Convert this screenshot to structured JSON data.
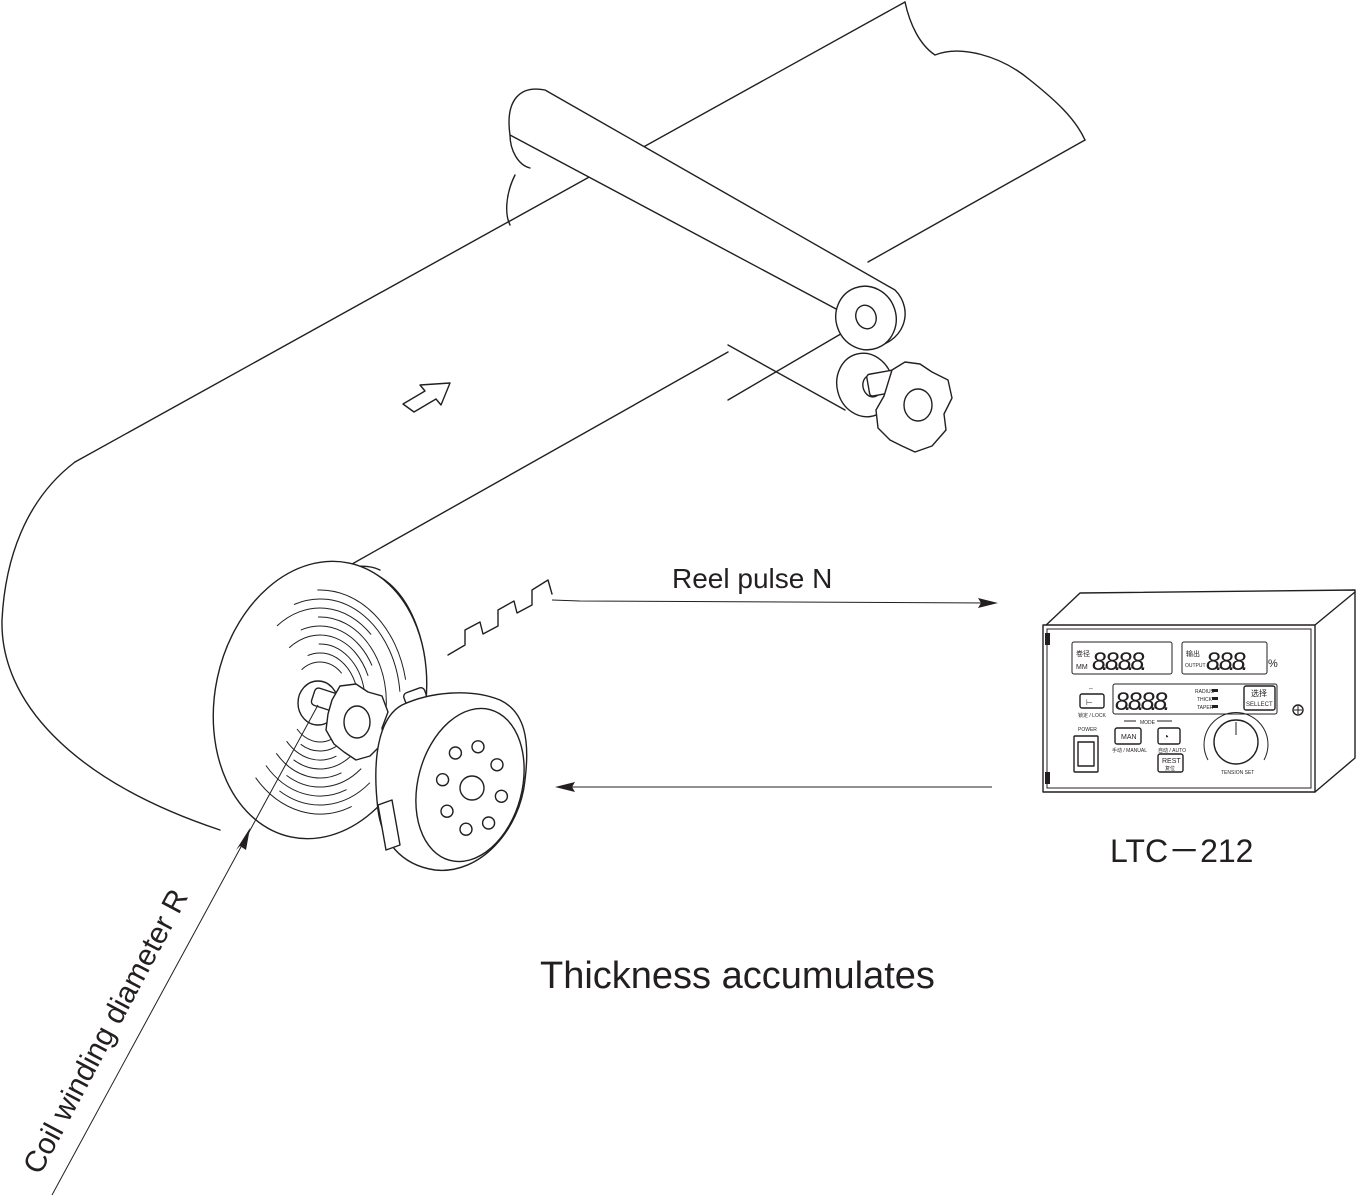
{
  "diagram": {
    "labels": {
      "reel_pulse": "Reel pulse N",
      "model": "LTC－212",
      "caption": "Thickness accumulates",
      "diameter": "Coil winding diameter R"
    },
    "controller": {
      "display_left_cn": "卷径",
      "display_left_unit": "MM",
      "display_right_cn": "输出",
      "display_right_unit": "OUTPUT",
      "percent": "%",
      "digits_top_left": "8.8.8.8.",
      "digits_top_right": "8.8.8.",
      "digits_mid": "8.8.8.8.",
      "indicator_1": "RADIUS",
      "indicator_2": "THICK",
      "indicator_3": "TAPER",
      "select_cn": "选择",
      "select": "SELLECT",
      "lock": "锁定 / LOCK",
      "mode": "MODE",
      "man": "MAN",
      "manual": "手动 / MANUAL",
      "auto": "自动 / AUTO",
      "rest": "REST",
      "rest_cn": "复位",
      "power": "POWER",
      "tension_set": "TENSION SET"
    }
  }
}
